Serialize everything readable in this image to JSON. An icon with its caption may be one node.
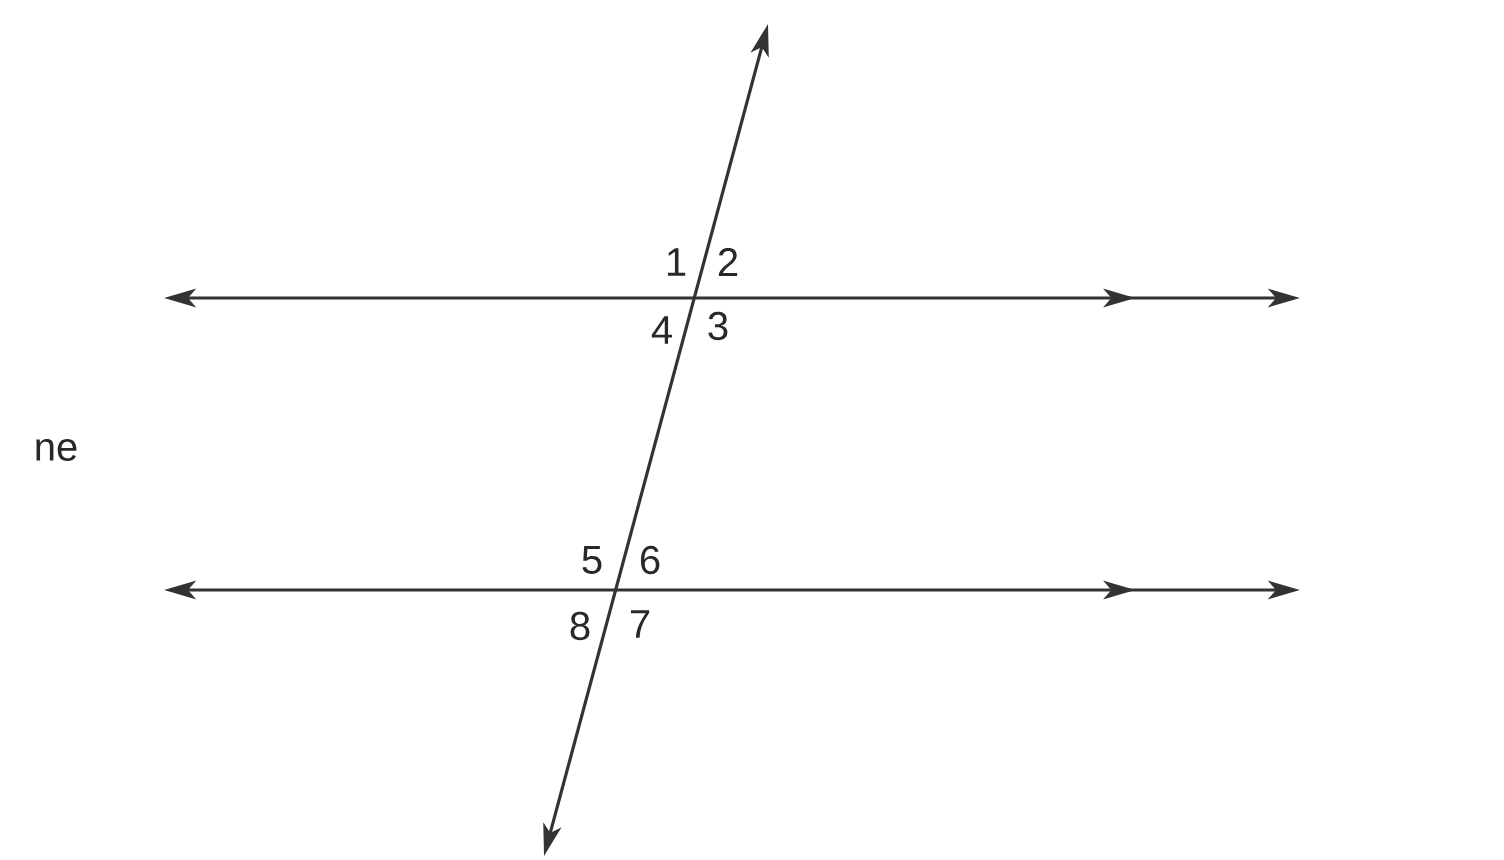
{
  "diagram": {
    "labels": [
      "1",
      "2",
      "4",
      "3",
      "ne",
      "5",
      "6",
      "8",
      "7"
    ]
  }
}
